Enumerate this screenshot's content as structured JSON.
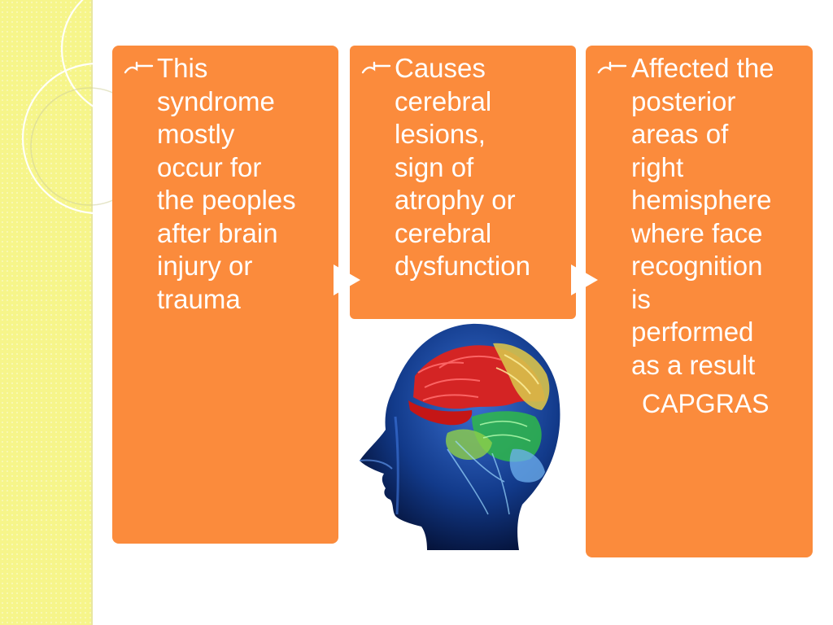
{
  "slide": {
    "theme_colors": {
      "box": "#fb8b3c",
      "band": "#f6f58a",
      "text": "#ffffff"
    },
    "boxes": [
      {
        "bullet_icon": "curl-bullet",
        "text": "This\nsyndrome\nmostly\noccur for\nthe peoples\nafter brain\ninjury or\ntrauma"
      },
      {
        "bullet_icon": "curl-bullet",
        "text": "Causes\ncerebral\nlesions,\nsign of\natrophy or\ncerebral\ndysfunction"
      },
      {
        "bullet_icon": "curl-bullet",
        "text": "Affected the\nposterior\nareas of\nright\nhemisphere\nwhere face\nrecognition\nis\nperformed\nas a result",
        "caption": "CAPGRAS"
      }
    ],
    "connectors": [
      "right-arrow-icon",
      "right-arrow-icon"
    ],
    "image": "brain-profile-image"
  }
}
